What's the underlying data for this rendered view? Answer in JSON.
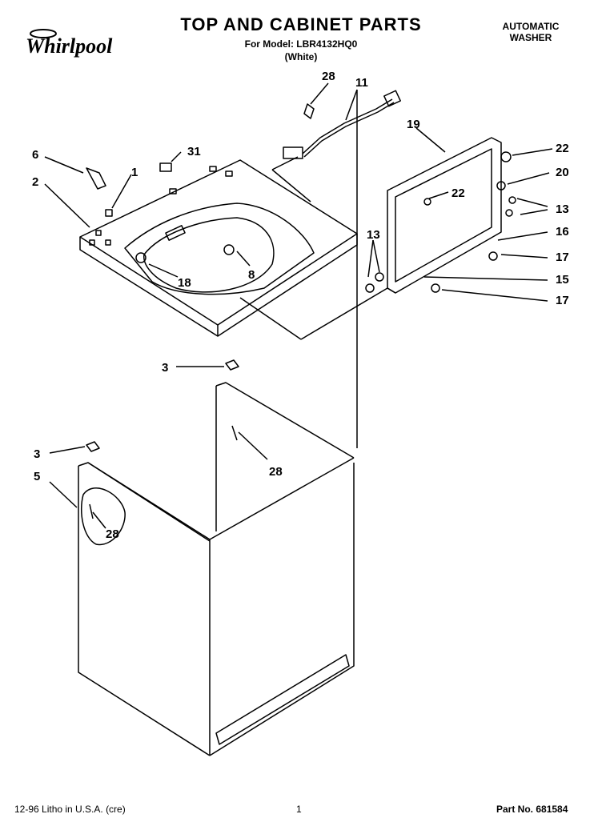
{
  "header": {
    "title": "TOP AND CABINET PARTS",
    "model_line": "For Model: LBR4132HQ0",
    "color": "(White)",
    "appliance_type_line1": "AUTOMATIC",
    "appliance_type_line2": "WASHER"
  },
  "brand": {
    "name": "Whirlpool"
  },
  "footer": {
    "print_info": "12-96 Litho in U.S.A. (cre)",
    "page_number": "1",
    "part_number": "Part No. 681584"
  },
  "callouts": {
    "c28a": "28",
    "c11": "11",
    "c19": "19",
    "c22a": "22",
    "c22b": "22",
    "c20": "20",
    "c13a": "13",
    "c13b": "13",
    "c16": "16",
    "c17a": "17",
    "c17b": "17",
    "c15": "15",
    "c6": "6",
    "c31": "31",
    "c2": "2",
    "c1": "1",
    "c8": "8",
    "c18": "18",
    "c3a": "3",
    "c3b": "3",
    "c28b": "28",
    "c5": "5",
    "c28c": "28"
  },
  "colors": {
    "ink": "#000000",
    "paper": "#ffffff"
  }
}
